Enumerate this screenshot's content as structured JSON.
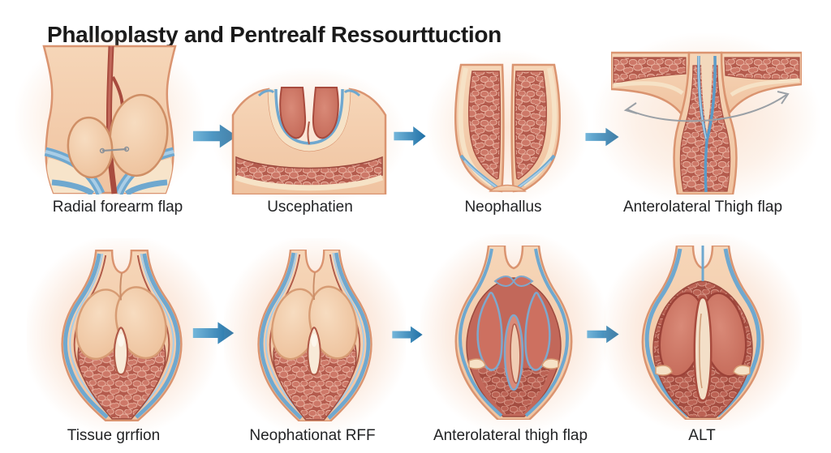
{
  "title": "Phalloplasty and Pentrealf Ressourttuction",
  "panels": {
    "row1": [
      {
        "label": "Radial forearm flap",
        "illustration": "radial-forearm-flap-cross-section"
      },
      {
        "label": "Uscephatien",
        "illustration": "urethral-trough-cross-section"
      },
      {
        "label": "Neophallus",
        "illustration": "neophallus-column-cross-section"
      },
      {
        "label": "Anterolateral Thigh flap",
        "illustration": "thigh-flap-rotation-cross-section"
      }
    ],
    "row2": [
      {
        "label": "Tissue grrfion",
        "illustration": "tissue-graft-bulb-cross-section"
      },
      {
        "label": "Neophationat RFF",
        "illustration": "rff-bulb-cross-section"
      },
      {
        "label": "Anterolateral thigh flap",
        "illustration": "alt-petal-bulb-cross-section"
      },
      {
        "label": "ALT",
        "illustration": "alt-final-bulb-cross-section"
      }
    ]
  },
  "icons": {
    "flow_arrow": "right-block-arrow",
    "rotation_arrow": "curved-double-arrow"
  },
  "colors": {
    "background": "#ffffff",
    "title_text": "#1a1a1a",
    "label_text": "#222325",
    "arrow_blue_light": "#74b6da",
    "arrow_blue_dark": "#1e6fa5",
    "skin_light": "#f6d6b8",
    "skin_mid": "#f0c3a0",
    "skin_outline": "#da9470",
    "cream_layer": "#f6e2c6",
    "blue_band": "#6fa8cf",
    "vessel_red": "#a84b3e",
    "tissue_red": "#c0685a",
    "cobblestone_base": "#b45b4d",
    "pale_lobe": "#f2cdaf",
    "rotation_arrow_gray": "#9aa0a6"
  }
}
